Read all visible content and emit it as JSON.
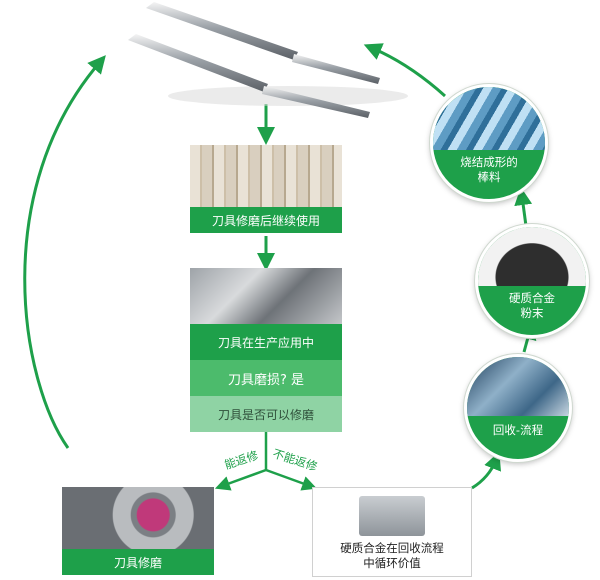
{
  "top_tools": {
    "icon": "end-mill-tools-image"
  },
  "center_cards": {
    "regrind_use": "刀具修磨后继续使用",
    "in_production": "刀具在生产应用中",
    "worn_question": "刀具磨损? 是",
    "can_regrind": "刀具是否可以修磨"
  },
  "branches": {
    "left_label": "能返修",
    "right_label": "不能返修"
  },
  "bottom_left": {
    "label": "刀具修磨"
  },
  "bottom_right": {
    "line1": "硬质合金在回收流程",
    "line2": "中循环价值"
  },
  "cycle": {
    "recycle": "回收-流程",
    "powder_line1": "硬质合金",
    "powder_line2": "粉末",
    "rod_line1": "烧结成形的",
    "rod_line2": "棒料"
  },
  "colors": {
    "green": "#1ea04a",
    "light_green": "#4cbb6c",
    "pale_green": "#8fd3a4"
  }
}
